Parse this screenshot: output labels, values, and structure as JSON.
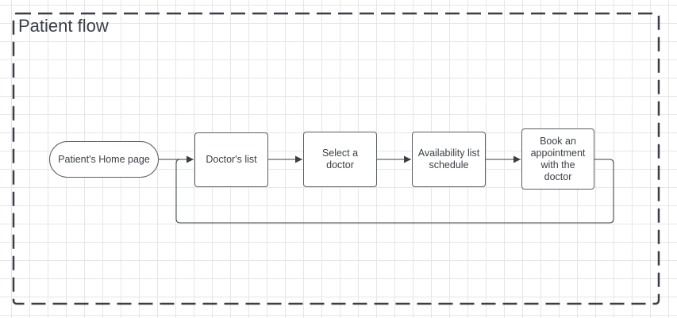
{
  "frame": {
    "title": "Patient flow"
  },
  "nodes": {
    "home": "Patient's Home page",
    "doctors_list": "Doctor's list",
    "select_doctor": "Select a doctor",
    "availability": "Availability list schedule",
    "book": "Book an appointment with the doctor"
  },
  "edges": [
    {
      "from": "home",
      "to": "doctors_list"
    },
    {
      "from": "doctors_list",
      "to": "select_doctor"
    },
    {
      "from": "select_doctor",
      "to": "availability"
    },
    {
      "from": "availability",
      "to": "book"
    },
    {
      "from": "book",
      "to": "doctors_list"
    }
  ],
  "colors": {
    "frame_border": "#3a3f47",
    "node_border": "#5a5e66",
    "connector": "#3a3f47",
    "text": "#3a3f47",
    "grid": "#e6e6e6"
  }
}
